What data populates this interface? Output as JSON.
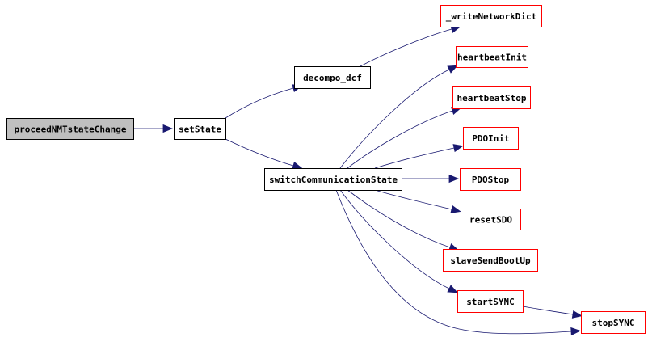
{
  "colors": {
    "root_fill": "#bfbfbf",
    "root_border": "#000000",
    "local_border": "#000000",
    "external_border": "#ff0000",
    "edge": "#191970",
    "background": "#ffffff"
  },
  "nodes": [
    {
      "id": "proceedNMTstateChange",
      "label": "proceedNMTstateChange",
      "kind": "root"
    },
    {
      "id": "setState",
      "label": "setState",
      "kind": "local"
    },
    {
      "id": "decompo_dcf",
      "label": "decompo_dcf",
      "kind": "local"
    },
    {
      "id": "switchCommunicationState",
      "label": "switchCommunicationState",
      "kind": "local"
    },
    {
      "id": "_writeNetworkDict",
      "label": "_writeNetworkDict",
      "kind": "external"
    },
    {
      "id": "heartbeatInit",
      "label": "heartbeatInit",
      "kind": "external"
    },
    {
      "id": "heartbeatStop",
      "label": "heartbeatStop",
      "kind": "external"
    },
    {
      "id": "PDOInit",
      "label": "PDOInit",
      "kind": "external"
    },
    {
      "id": "PDOStop",
      "label": "PDOStop",
      "kind": "external"
    },
    {
      "id": "resetSDO",
      "label": "resetSDO",
      "kind": "external"
    },
    {
      "id": "slaveSendBootUp",
      "label": "slaveSendBootUp",
      "kind": "external"
    },
    {
      "id": "startSYNC",
      "label": "startSYNC",
      "kind": "external"
    },
    {
      "id": "stopSYNC",
      "label": "stopSYNC",
      "kind": "external"
    }
  ],
  "edges": [
    {
      "from": "proceedNMTstateChange",
      "to": "setState"
    },
    {
      "from": "setState",
      "to": "decompo_dcf"
    },
    {
      "from": "setState",
      "to": "switchCommunicationState"
    },
    {
      "from": "decompo_dcf",
      "to": "_writeNetworkDict"
    },
    {
      "from": "switchCommunicationState",
      "to": "heartbeatInit"
    },
    {
      "from": "switchCommunicationState",
      "to": "heartbeatStop"
    },
    {
      "from": "switchCommunicationState",
      "to": "PDOInit"
    },
    {
      "from": "switchCommunicationState",
      "to": "PDOStop"
    },
    {
      "from": "switchCommunicationState",
      "to": "resetSDO"
    },
    {
      "from": "switchCommunicationState",
      "to": "slaveSendBootUp"
    },
    {
      "from": "switchCommunicationState",
      "to": "startSYNC"
    },
    {
      "from": "switchCommunicationState",
      "to": "stopSYNC"
    },
    {
      "from": "startSYNC",
      "to": "stopSYNC"
    }
  ]
}
